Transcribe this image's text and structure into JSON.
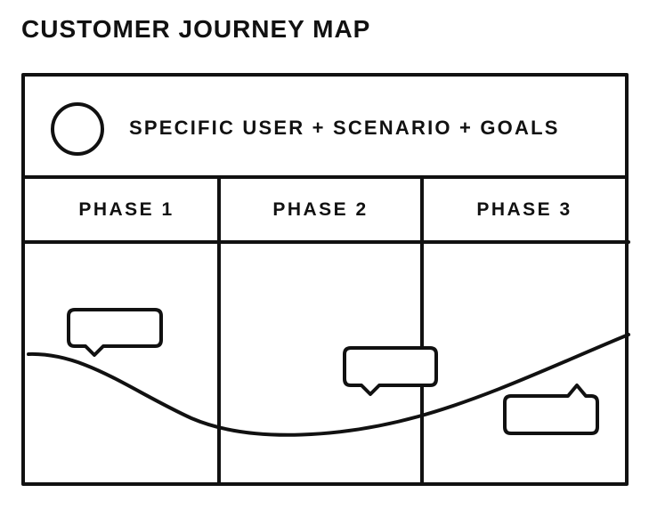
{
  "title": "CUSTOMER JOURNEY MAP",
  "persona": {
    "label": "SPECIFIC USER + SCENARIO + GOALS",
    "avatar_icon": "circle-avatar-icon"
  },
  "phases": [
    "PHASE 1",
    "PHASE 2",
    "PHASE 3"
  ],
  "emotion_curve": {
    "icon": "emotion-curve-line"
  },
  "speech_bubbles": [
    {
      "phase": "PHASE 1",
      "icon": "speech-bubble-icon"
    },
    {
      "phase": "PHASE 2",
      "icon": "speech-bubble-icon"
    },
    {
      "phase": "PHASE 3",
      "icon": "speech-bubble-icon"
    }
  ],
  "colors": {
    "stroke": "#111111",
    "background": "#ffffff"
  }
}
